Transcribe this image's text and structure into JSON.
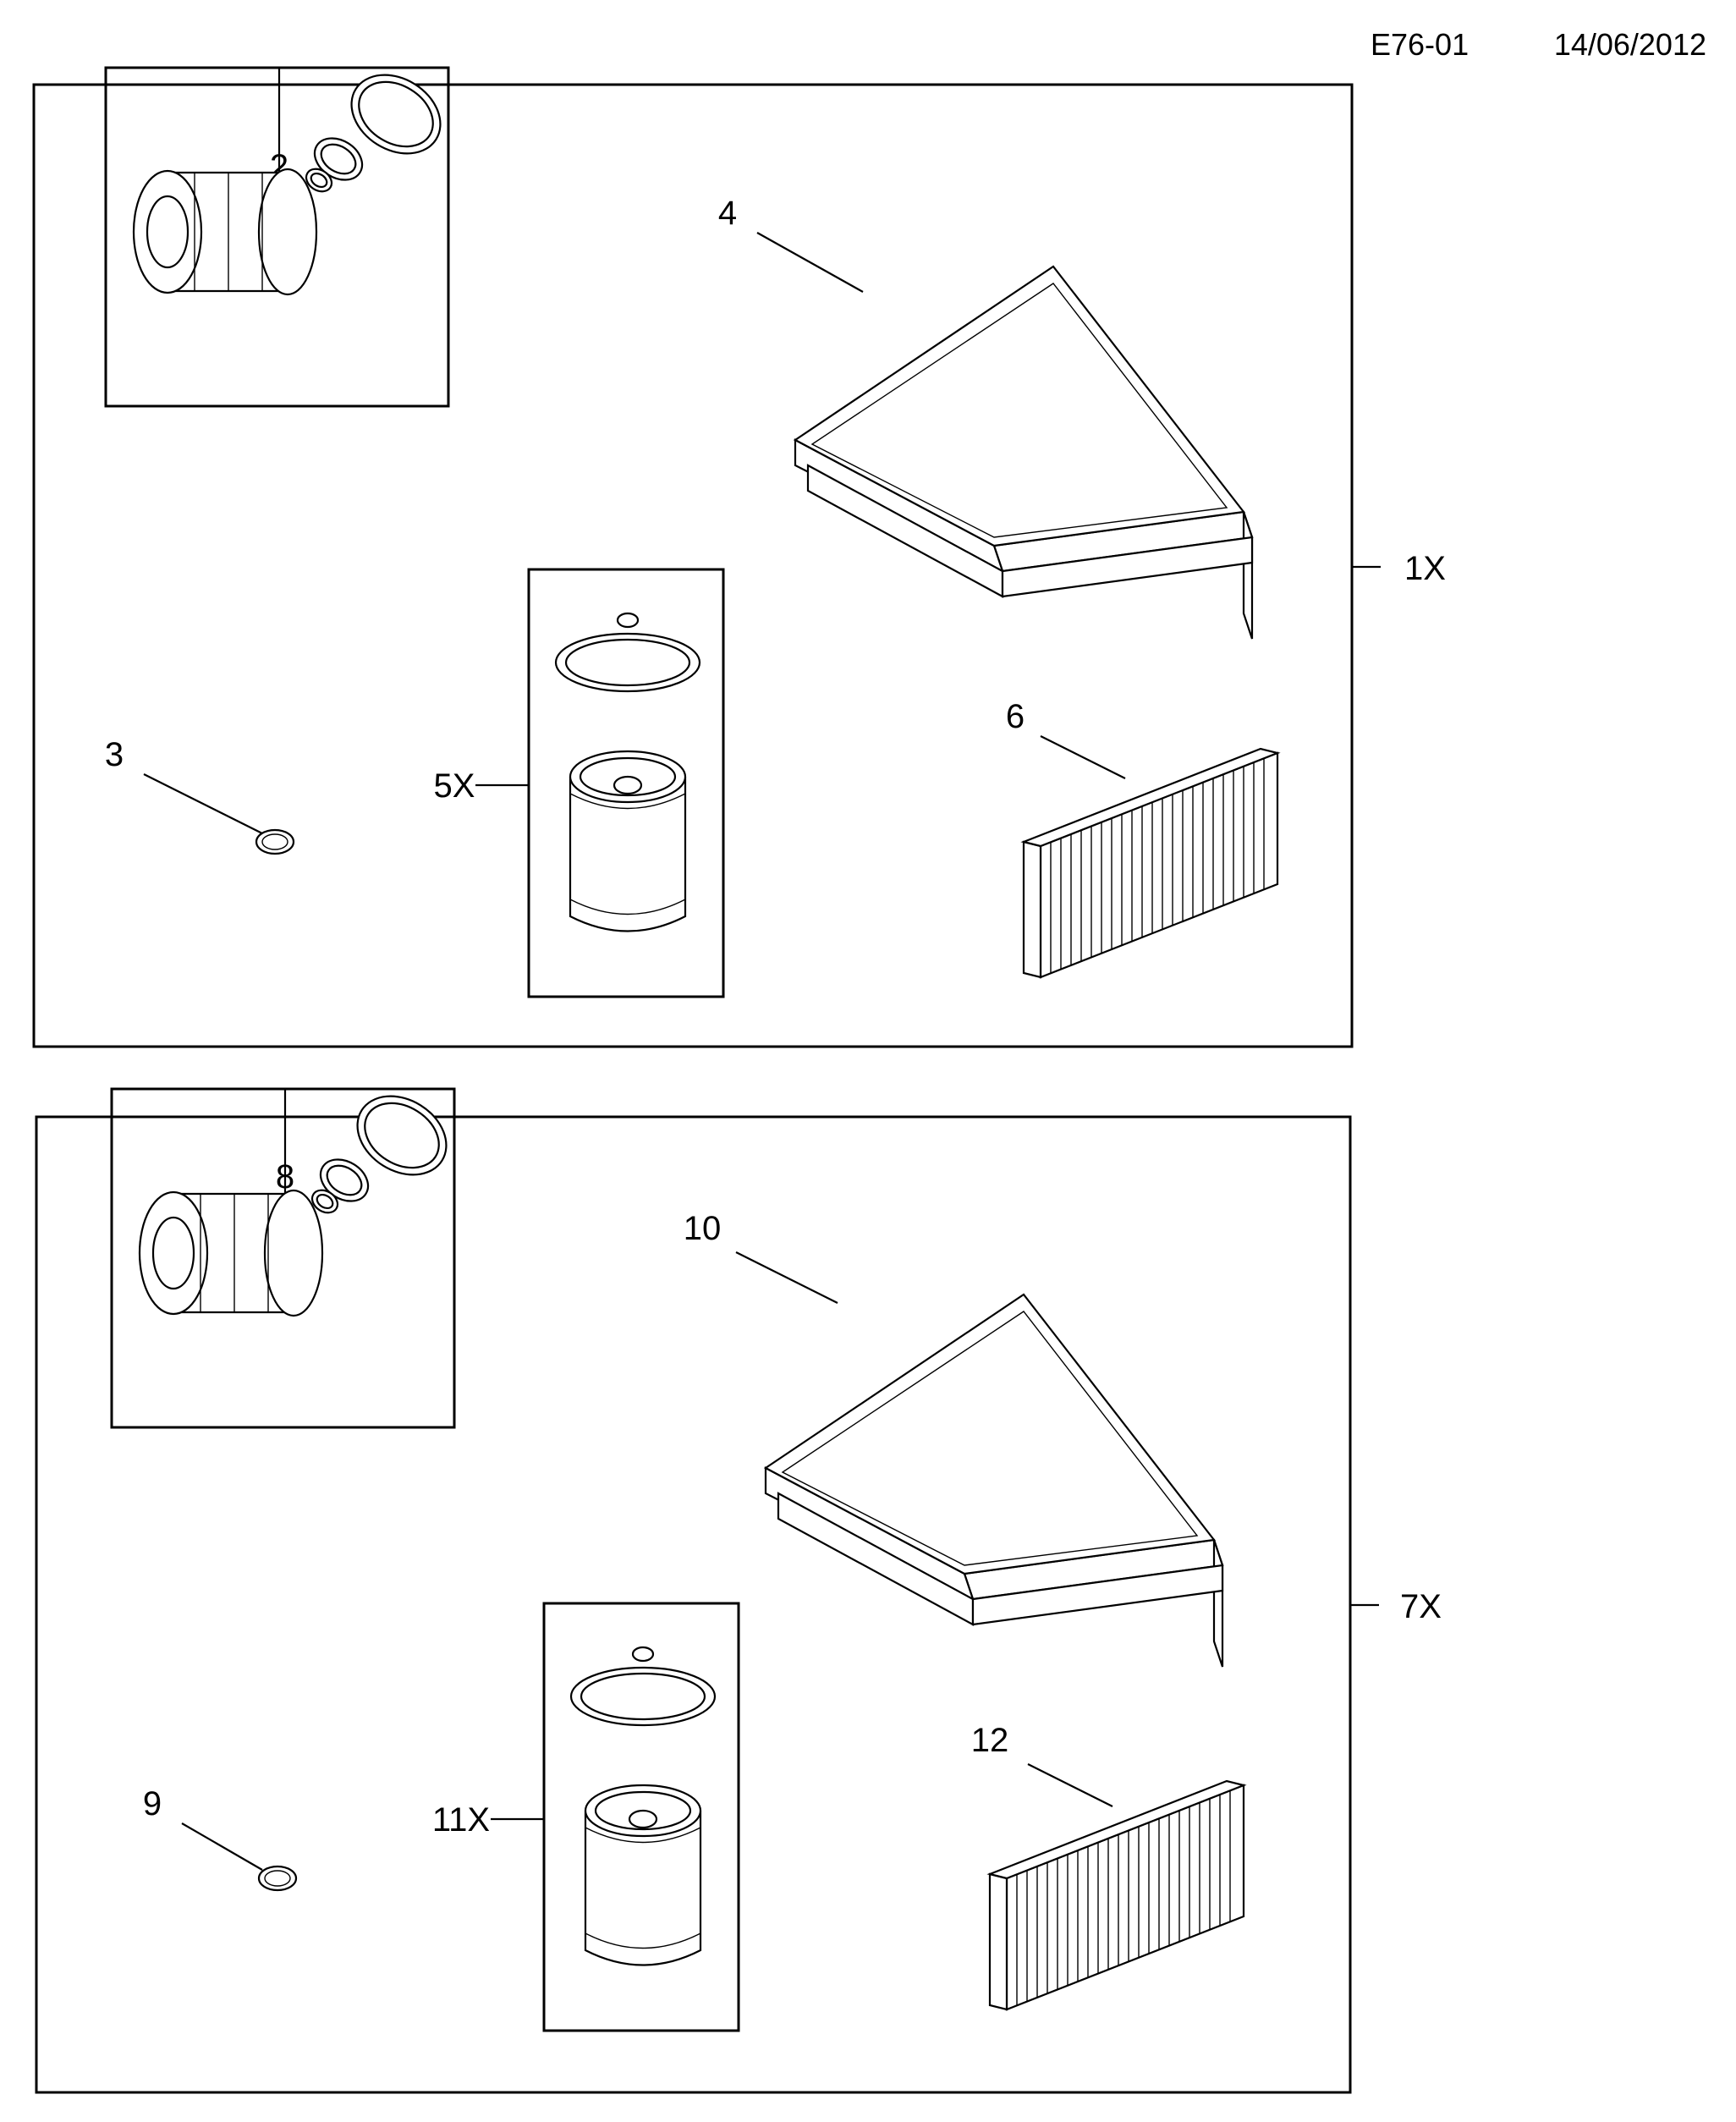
{
  "header": {
    "code": "E76-01",
    "date": "14/06/2012"
  },
  "groups": [
    {
      "group_label": "1X",
      "parts": {
        "oil_filter": "2",
        "seal_ring": "3",
        "air_filter": "4",
        "fuel_filter_kit": "5X",
        "cabin_filter": "6"
      }
    },
    {
      "group_label": "7X",
      "parts": {
        "oil_filter": "8",
        "seal_ring": "9",
        "air_filter": "10",
        "fuel_filter_kit": "11X",
        "cabin_filter": "12"
      }
    }
  ]
}
